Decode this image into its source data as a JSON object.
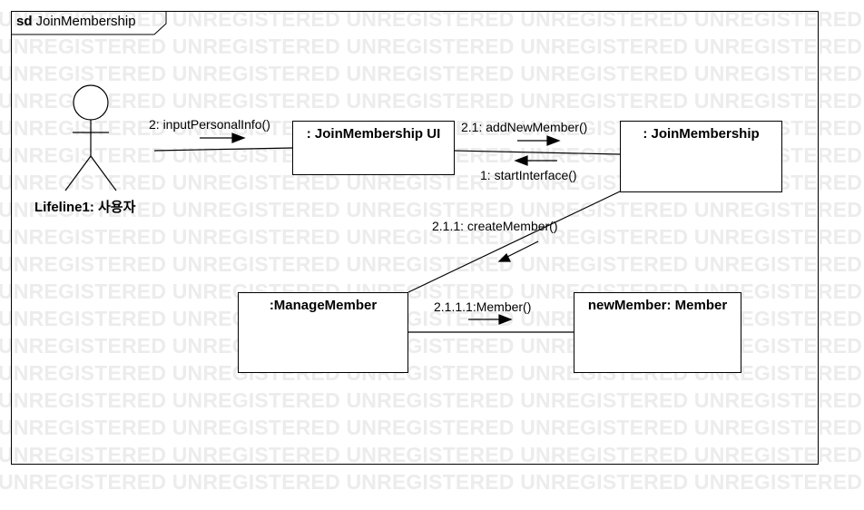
{
  "frame": {
    "kind": "sd",
    "name": "JoinMembership"
  },
  "watermark": {
    "word": "UNREGISTERED"
  },
  "actor": {
    "name": "Lifeline1: 사용자"
  },
  "objects": {
    "ui": ": JoinMembership UI",
    "control": ": JoinMembership",
    "manager": ":ManageMember",
    "entity": "newMember: Member"
  },
  "messages": {
    "input": "2: inputPersonalInfo()",
    "add": "2.1:  addNewMember()",
    "start": "1: startInterface()",
    "create": "2.1.1: createMember()",
    "member": "2.1.1.1:Member()"
  }
}
